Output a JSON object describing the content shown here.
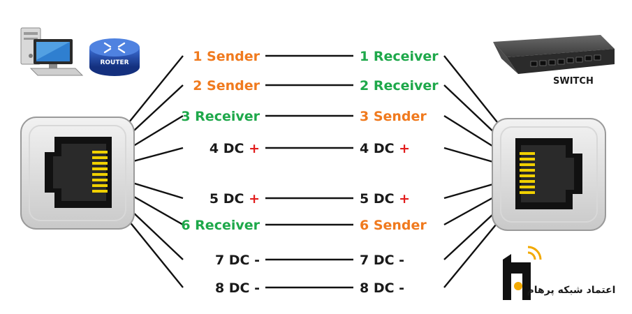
{
  "colors": {
    "sender": "#f07a1e",
    "receiver": "#1ea84a",
    "dc": "#1a1a1a",
    "plus": "#e21b1b",
    "wire": "#111111",
    "pin": "#f0d000"
  },
  "icons": {
    "computer": "desktop-computer-icon",
    "router": "router-icon",
    "switch": "network-switch-icon",
    "brand": "etemad-logo-icon"
  },
  "labels": {
    "router": "ROUTER",
    "switch": "SWITCH",
    "brand": "اعتماد شبکه پرهام"
  },
  "rows": [
    {
      "pin": "1",
      "left": {
        "text": "1 Sender",
        "kind": "sender",
        "sign": ""
      },
      "right": {
        "text": "1 Receiver",
        "kind": "receiver",
        "sign": ""
      }
    },
    {
      "pin": "2",
      "left": {
        "text": "2 Sender",
        "kind": "sender",
        "sign": ""
      },
      "right": {
        "text": "2 Receiver",
        "kind": "receiver",
        "sign": ""
      }
    },
    {
      "pin": "3",
      "left": {
        "text": "3 Receiver",
        "kind": "receiver",
        "sign": ""
      },
      "right": {
        "text": "3 Sender",
        "kind": "sender",
        "sign": ""
      }
    },
    {
      "pin": "4",
      "left": {
        "text": "4 DC ",
        "kind": "dc",
        "sign": "+"
      },
      "right": {
        "text": "4 DC ",
        "kind": "dc",
        "sign": "+"
      }
    },
    {
      "pin": "5",
      "left": {
        "text": "5 DC ",
        "kind": "dc",
        "sign": "+"
      },
      "right": {
        "text": "5 DC ",
        "kind": "dc",
        "sign": "+"
      }
    },
    {
      "pin": "6",
      "left": {
        "text": "6 Receiver",
        "kind": "receiver",
        "sign": ""
      },
      "right": {
        "text": "6 Sender",
        "kind": "sender",
        "sign": ""
      }
    },
    {
      "pin": "7",
      "left": {
        "text": "7 DC -",
        "kind": "dc",
        "sign": ""
      },
      "right": {
        "text": "7 DC -",
        "kind": "dc",
        "sign": ""
      }
    },
    {
      "pin": "8",
      "left": {
        "text": "8 DC -",
        "kind": "dc",
        "sign": ""
      },
      "right": {
        "text": "8 DC -",
        "kind": "dc",
        "sign": ""
      }
    }
  ]
}
